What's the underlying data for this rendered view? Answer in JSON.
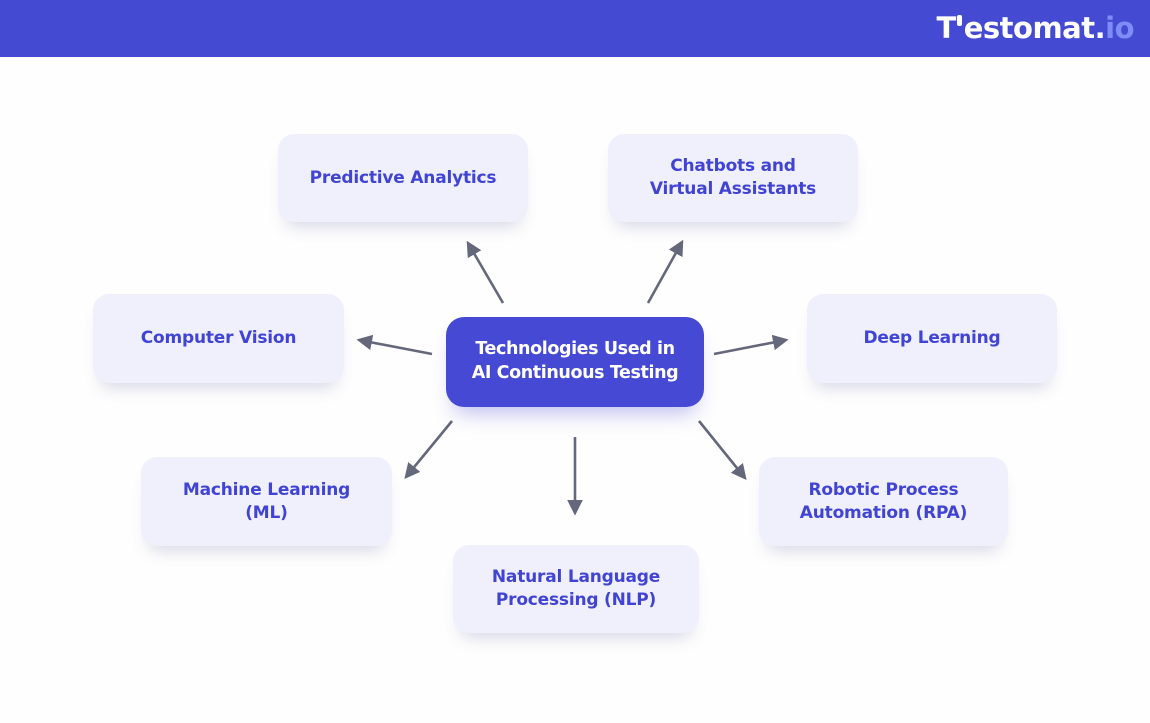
{
  "header": {
    "logo": {
      "part_white": "estomat.",
      "part_first": "T",
      "part_accent": "io"
    }
  },
  "diagram": {
    "center": {
      "id": "center",
      "label": "Technologies Used in\nAI Continuous Testing"
    },
    "nodes": [
      {
        "id": "predictive-analytics",
        "label": "Predictive Analytics"
      },
      {
        "id": "chatbots-virtual-assistants",
        "label": "Chatbots and\nVirtual Assistants"
      },
      {
        "id": "computer-vision",
        "label": "Computer Vision"
      },
      {
        "id": "deep-learning",
        "label": "Deep Learning"
      },
      {
        "id": "machine-learning-ml",
        "label": "Machine Learning\n(ML)"
      },
      {
        "id": "natural-language-processing-nlp",
        "label": "Natural Language\nProcessing (NLP)"
      },
      {
        "id": "robotic-process-automation-rpa",
        "label": "Robotic Process\nAutomation (RPA)"
      }
    ],
    "connections": [
      {
        "from": "center",
        "to": "predictive-analytics",
        "direction": "up-left"
      },
      {
        "from": "center",
        "to": "chatbots-virtual-assistants",
        "direction": "up-right"
      },
      {
        "from": "center",
        "to": "computer-vision",
        "direction": "left"
      },
      {
        "from": "center",
        "to": "deep-learning",
        "direction": "right"
      },
      {
        "from": "center",
        "to": "machine-learning-ml",
        "direction": "down-left"
      },
      {
        "from": "center",
        "to": "natural-language-processing-nlp",
        "direction": "down"
      },
      {
        "from": "center",
        "to": "robotic-process-automation-rpa",
        "direction": "down-right"
      }
    ]
  },
  "colors": {
    "header_bg": "#444bd2",
    "center_node_bg": "#4549d3",
    "node_bg": "#eff0fb",
    "node_text": "#4144d3",
    "arrow": "#65687a",
    "logo_accent": "#7e8cf5"
  }
}
